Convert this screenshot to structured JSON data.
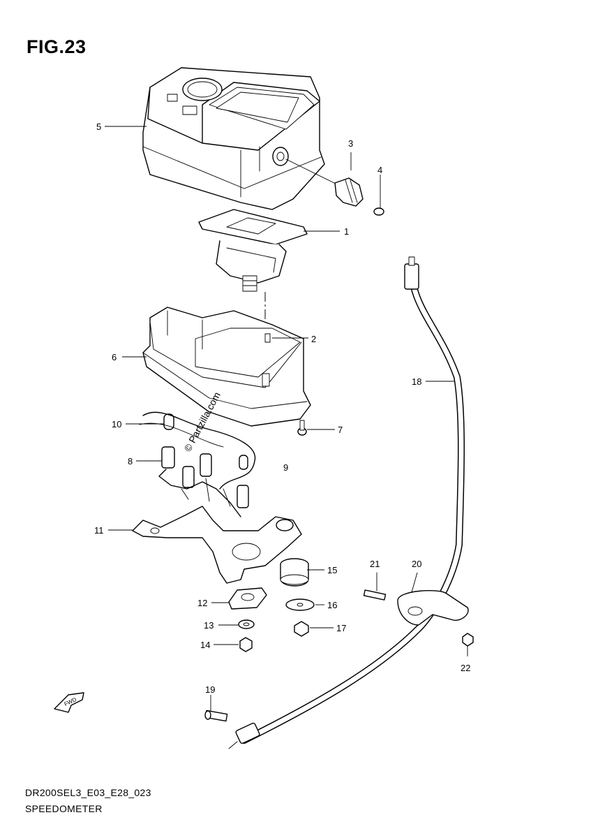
{
  "figure_title": "FIG.23",
  "footer": {
    "diagram_code": "DR200SEL3_E03_E28_023",
    "diagram_name": "SPEEDOMETER"
  },
  "watermark": "© Partzilla.com",
  "fwd_label": "FWD",
  "callouts": [
    "1",
    "2",
    "3",
    "4",
    "5",
    "6",
    "7",
    "8",
    "9",
    "10",
    "11",
    "12",
    "13",
    "14",
    "15",
    "16",
    "17",
    "18",
    "19",
    "20",
    "21",
    "22"
  ]
}
